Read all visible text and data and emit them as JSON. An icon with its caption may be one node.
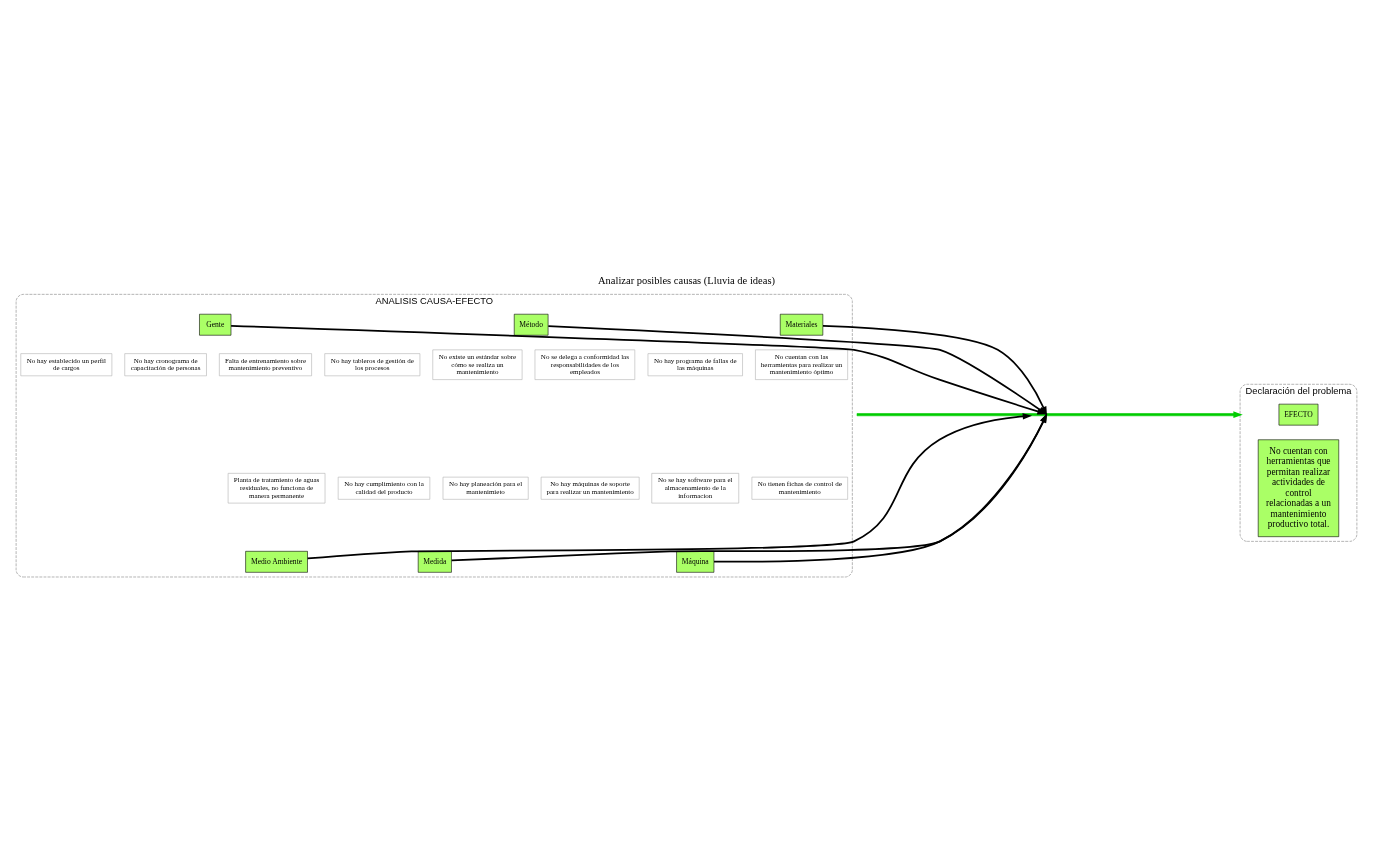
{
  "diagram": {
    "title": "Analizar posibles causas (Lluvia de ideas)",
    "nodes": [
      {
        "text": [
          "ANALISIS CAUSA-EFECTO"
        ]
      },
      {
        "text": [
          "Materiales"
        ],
        "in": 0
      },
      {
        "text": [
          "Método"
        ],
        "in": 0
      },
      {
        "text": [
          "Gente"
        ],
        "in": 0
      },
      {
        "text": [
          "No cuentan con las herramientas para realizar un mantenimiento óptimo"
        ],
        "in": 0
      },
      {
        "text": [
          "No existe un estándar sobre cómo se realiza un mantenimiento"
        ],
        "in": 0
      },
      {
        "text": [
          "No hay cronograma de capacitación de personas"
        ],
        "in": 0
      },
      {
        "text": [
          "No se delega a conformidad las responsabilidades de los empleados"
        ],
        "in": 0
      },
      {
        "text": [
          "Falta de entrenamiento sobre mantenimiento preventivo"
        ],
        "in": 0
      },
      {
        "text": [
          "No hay establecido un perfil de cargos"
        ],
        "in": 0
      },
      {
        "text": [
          "No hay programa de fallas de las máquinas"
        ],
        "in": 0
      },
      {
        "text": [
          "No hay tableros de gestión de los procesos"
        ],
        "in": 0
      },
      {
        "text": [
          "No hay máquinas de soporte para realizar un mantenimiento"
        ],
        "in": 0
      },
      {
        "text": [
          "Planta de tratamiento de aguas residuales, no funciona de manera permanente"
        ],
        "in": 0
      },
      {
        "text": [
          "No hay planeación para el mantenimieto"
        ],
        "in": 0
      },
      {
        "text": [
          "No tienen fichas de control de mantenimiento"
        ],
        "in": 0
      },
      {
        "text": [
          "No hay cumplimiento con la calidad del producto"
        ],
        "in": 0
      },
      {
        "text": [
          "No se hay software para el almacenamiento de la informacion"
        ],
        "in": 0
      },
      {
        "text": [],
        "shape": "bar"
      },
      {
        "text": [
          "Medio Ambiente"
        ],
        "in": 0
      },
      {
        "text": [
          "Máquina"
        ],
        "in": 0
      },
      {
        "text": [
          "Medida"
        ],
        "in": 0
      },
      {
        "text": [
          "Declaración del problema"
        ]
      },
      {
        "text": [
          "EFECTO"
        ],
        "in": 22
      },
      {
        "text": [
          "No cuentan con herramientas que permitan realizar actividades de control relacionadas a un mantenimiento productivo total."
        ],
        "in": 22
      }
    ],
    "edges": [
      {
        "from": 1,
        "to": 18,
        "arrow": "to"
      },
      {
        "from": 2,
        "to": 18,
        "arrow": "to"
      },
      {
        "from": 3,
        "to": 18,
        "arrow": "to"
      },
      {
        "from": 19,
        "to": 18,
        "arrow": "to"
      },
      {
        "from": 20,
        "to": 18,
        "arrow": "to"
      },
      {
        "from": 21,
        "to": 18,
        "arrow": "to"
      },
      {
        "from": 18,
        "to": 22,
        "arrow": "to",
        "color": "#00cc00"
      }
    ]
  }
}
